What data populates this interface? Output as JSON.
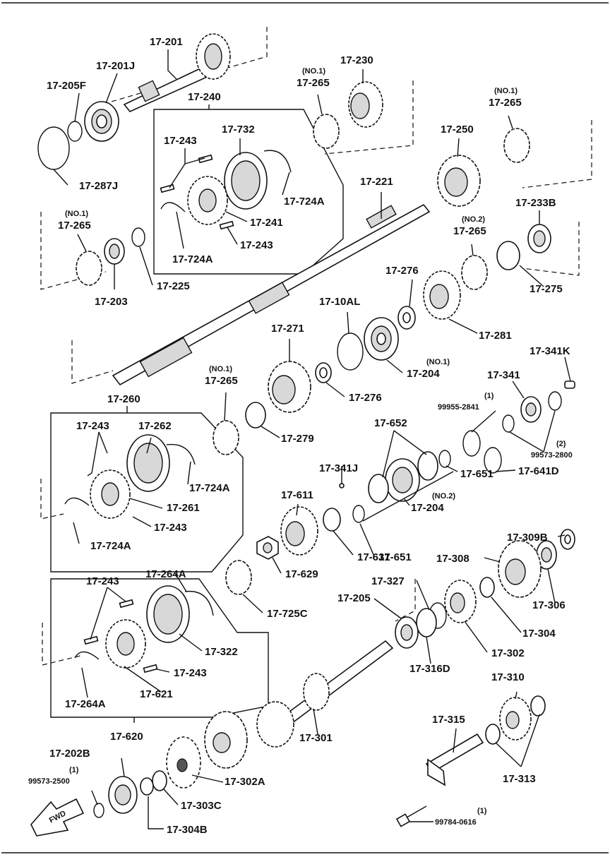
{
  "diagram": {
    "fwd_label": "FWD",
    "callouts": {
      "c17_201": "17-201",
      "c17_201J": "17-201J",
      "c17_205F": "17-205F",
      "c17_287J": "17-287J",
      "c17_240": "17-240",
      "c17_243a": "17-243",
      "c17_732": "17-732",
      "c17_724Aa": "17-724A",
      "c17_241": "17-241",
      "c17_243b": "17-243",
      "c17_724Ab": "17-724A",
      "c17_265a_no": "(NO.1)",
      "c17_265a": "17-265",
      "c17_230": "17-230",
      "c17_265b_no": "(NO.1)",
      "c17_265b": "17-265",
      "c17_250": "17-250",
      "c17_221": "17-221",
      "c17_233B": "17-233B",
      "c17_265c_no": "(NO.2)",
      "c17_265c": "17-265",
      "c17_265d_no": "(NO.1)",
      "c17_265d": "17-265",
      "c17_203": "17-203",
      "c17_225": "17-225",
      "c17_275": "17-275",
      "c17_276a": "17-276",
      "c17_281": "17-281",
      "c17_10AL": "17-10AL",
      "c17_271": "17-271",
      "c17_204a_no": "(NO.1)",
      "c17_204a": "17-204",
      "c17_276b": "17-276",
      "c17_341K": "17-341K",
      "c17_341": "17-341",
      "c99955_no": "(1)",
      "c99955": "99955-2841",
      "c99573b_no": "(2)",
      "c99573b": "99573-2800",
      "c17_641D": "17-641D",
      "c17_265e_no": "(NO.1)",
      "c17_265e": "17-265",
      "c17_279": "17-279",
      "c17_260": "17-260",
      "c17_243c": "17-243",
      "c17_262": "17-262",
      "c17_724Ac": "17-724A",
      "c17_261": "17-261",
      "c17_243d": "17-243",
      "c17_724Ad": "17-724A",
      "c17_652": "17-652",
      "c17_651a": "17-651",
      "c17_341J": "17-341J",
      "c17_611": "17-611",
      "c17_204b_no": "(NO.2)",
      "c17_204b": "17-204",
      "c17_651b": "17-651",
      "c17_631": "17-631",
      "c17_309B": "17-309B",
      "c17_308": "17-308",
      "c17_306": "17-306",
      "c17_629": "17-629",
      "c17_725C": "17-725C",
      "c17_327": "17-327",
      "c17_205": "17-205",
      "c17_304": "17-304",
      "c17_302": "17-302",
      "c17_316D": "17-316D",
      "c17_243e": "17-243",
      "c17_264Aa": "17-264A",
      "c17_322": "17-322",
      "c17_243f": "17-243",
      "c17_621": "17-621",
      "c17_264Ab": "17-264A",
      "c17_620": "17-620",
      "c17_301": "17-301",
      "c17_310": "17-310",
      "c17_315": "17-315",
      "c17_313": "17-313",
      "c17_202B": "17-202B",
      "c99573a_no": "(1)",
      "c99573a": "99573-2500",
      "c17_302A": "17-302A",
      "c17_303C": "17-303C",
      "c17_304B": "17-304B",
      "c99784_no": "(1)",
      "c99784": "99784-0616"
    }
  }
}
